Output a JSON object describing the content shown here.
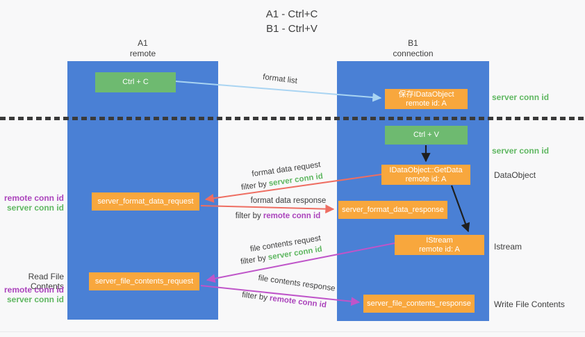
{
  "title": {
    "line1": "A1 - Ctrl+C",
    "line2": "B1 - Ctrl+V"
  },
  "columns": {
    "a": {
      "title": "A1",
      "subtitle": "remote"
    },
    "b": {
      "title": "B1",
      "subtitle": "connection"
    }
  },
  "nodes": {
    "ctrl_c": {
      "label": "Ctrl + C"
    },
    "save_dataobject": {
      "line1": "保存IDataObject",
      "line2": "remote id: A"
    },
    "ctrl_v": {
      "label": "Ctrl + V"
    },
    "getdata": {
      "line1": "IDataObject::GetData",
      "line2": "remote id: A"
    },
    "server_format_data_request": {
      "label": "server_format_data_request"
    },
    "server_format_data_response": {
      "label": "server_format_data_response"
    },
    "istream": {
      "line1": "IStream",
      "line2": "remote id: A"
    },
    "server_file_contents_request": {
      "label": "server_file_contents_request"
    },
    "server_file_contents_response": {
      "label": "server_file_contents_response"
    }
  },
  "flow_labels": {
    "format_list": "format list",
    "format_data_request": "format data request",
    "format_data_response": "format data response",
    "file_contents_request": "file contents request",
    "file_contents_response": "file contents response",
    "filter_by": "filter by",
    "server_conn_id": "server conn id",
    "remote_conn_id": "remote conn id"
  },
  "side_labels": {
    "left": {
      "remote_conn_id": "remote conn id",
      "server_conn_id": "server conn id",
      "read_file_contents": "Read File Contents"
    },
    "right": {
      "server_conn_id_top": "server conn id",
      "server_conn_id_mid": "server conn id",
      "dataobject": "DataObject",
      "istream": "Istream",
      "write_file_contents": "Write File Contents"
    }
  },
  "colors": {
    "column_blue": "#4a80d5",
    "node_green": "#6eba70",
    "node_orange": "#f8a73d",
    "arrow_light_blue": "#a9d4f2",
    "arrow_red": "#ee6e62",
    "arrow_purple": "#bf55c9",
    "arrow_black": "#1f1f1f",
    "label_green": "#5fb761",
    "label_purple": "#ab44bc",
    "text_gray": "#3d3d3d",
    "background": "#f8f8f9"
  }
}
